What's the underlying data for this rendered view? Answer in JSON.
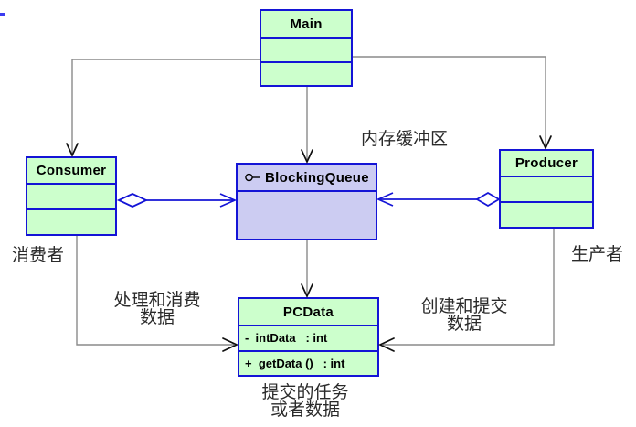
{
  "diagram": {
    "type": "uml-class-diagram",
    "classes": {
      "main": {
        "name": "Main",
        "compartments": 3
      },
      "consumer": {
        "name": "Consumer",
        "compartments": 3
      },
      "producer": {
        "name": "Producer",
        "compartments": 3
      },
      "blocking_queue": {
        "name": "BlockingQueue",
        "stereotype_icon": "interface-lollipop-icon",
        "compartments": 2
      },
      "pcdata": {
        "name": "PCData",
        "attribute": "-  intData   : int",
        "method": "+  getData ()   : int"
      }
    },
    "labels": {
      "memory_buffer": "内存缓冲区",
      "consumer_cn": "消费者",
      "producer_cn": "生产者",
      "consume_note": "处理和消费\n数据",
      "produce_note": "创建和提交\n数据",
      "task_note": "提交的任务\n或者数据"
    },
    "relations": [
      {
        "from": "Main",
        "to": "Consumer",
        "kind": "dependency-arrow"
      },
      {
        "from": "Main",
        "to": "Producer",
        "kind": "dependency-arrow"
      },
      {
        "from": "Main",
        "to": "BlockingQueue",
        "kind": "dependency-arrow"
      },
      {
        "from": "Consumer",
        "to": "BlockingQueue",
        "kind": "aggregation-open-arrow"
      },
      {
        "from": "Producer",
        "to": "BlockingQueue",
        "kind": "aggregation-open-arrow"
      },
      {
        "from": "Consumer",
        "to": "PCData",
        "kind": "dependency-arrow"
      },
      {
        "from": "Producer",
        "to": "PCData",
        "kind": "dependency-arrow"
      },
      {
        "from": "BlockingQueue",
        "to": "PCData",
        "kind": "dependency-arrow"
      }
    ],
    "colors": {
      "class_fill_green": "#ccffcc",
      "class_fill_lavender": "#ccccf2",
      "border_blue": "#1414d6",
      "dependency_gray": "#8a8a8a",
      "arrowhead_black": "#111111",
      "label_text": "#2a2a2a"
    }
  }
}
